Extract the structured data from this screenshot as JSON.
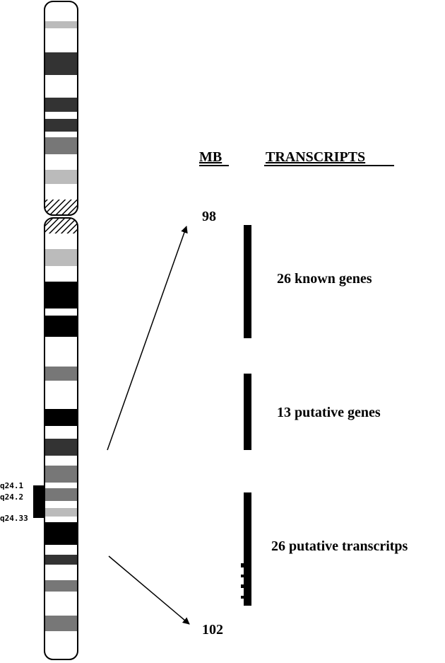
{
  "headers": {
    "mb": "MB",
    "transcripts": "TRANSCRIPTS"
  },
  "mb_start": "98",
  "mb_end": "102",
  "band_labels": [
    "q24.1",
    "q24.2",
    "q24.33"
  ],
  "segments": [
    {
      "label": "26 known genes"
    },
    {
      "label": "13 putative genes"
    },
    {
      "label": "26 putative transcritps"
    }
  ],
  "colors": {
    "dark": "#000000",
    "gray_dark": "#333333",
    "gray_mid": "#777777",
    "gray_light": "#bbbbbb",
    "white": "#ffffff"
  }
}
